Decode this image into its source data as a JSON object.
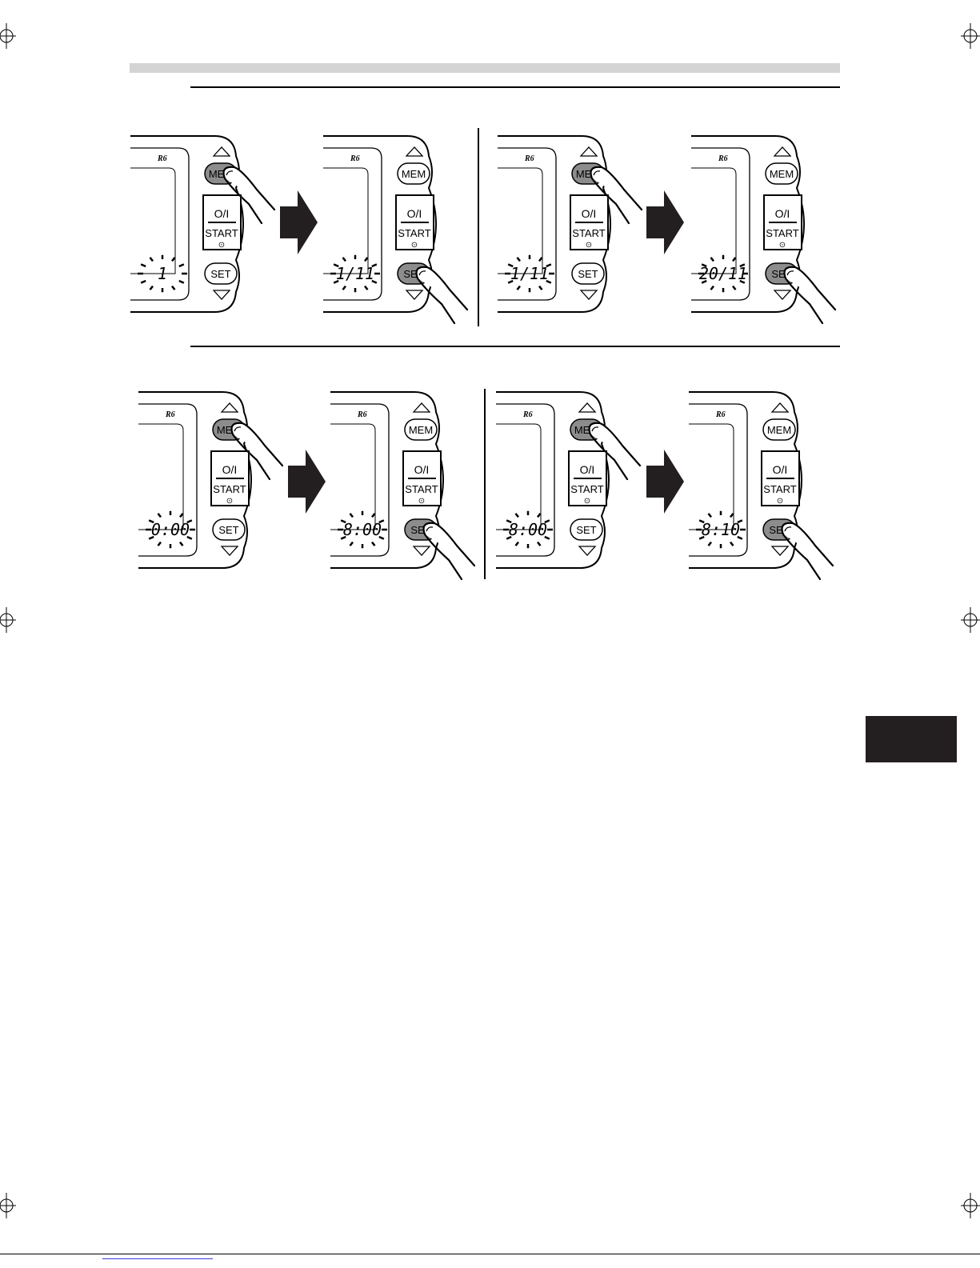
{
  "device": {
    "model_label": "R6",
    "mem_label": "MEM",
    "power_label": "O/I",
    "start_label": "START",
    "start_symbol": "⊙",
    "set_label": "SET"
  },
  "rows": [
    {
      "panels": [
        {
          "display": "1",
          "pressed": "mem"
        },
        {
          "display": "1/11",
          "pressed": "set"
        },
        {
          "display": "1/11",
          "pressed": "mem"
        },
        {
          "display": "20/11",
          "pressed": "set"
        }
      ]
    },
    {
      "panels": [
        {
          "display": "0:00",
          "pressed": "mem"
        },
        {
          "display": "8:00",
          "pressed": "set"
        },
        {
          "display": "8:00",
          "pressed": "mem"
        },
        {
          "display": "8:10",
          "pressed": "set"
        }
      ]
    }
  ],
  "colors": {
    "pressed_button": "#8c8c8c",
    "arrow": "#231f20",
    "side_tab": "#231f20",
    "top_bar": "#d4d4d4"
  }
}
